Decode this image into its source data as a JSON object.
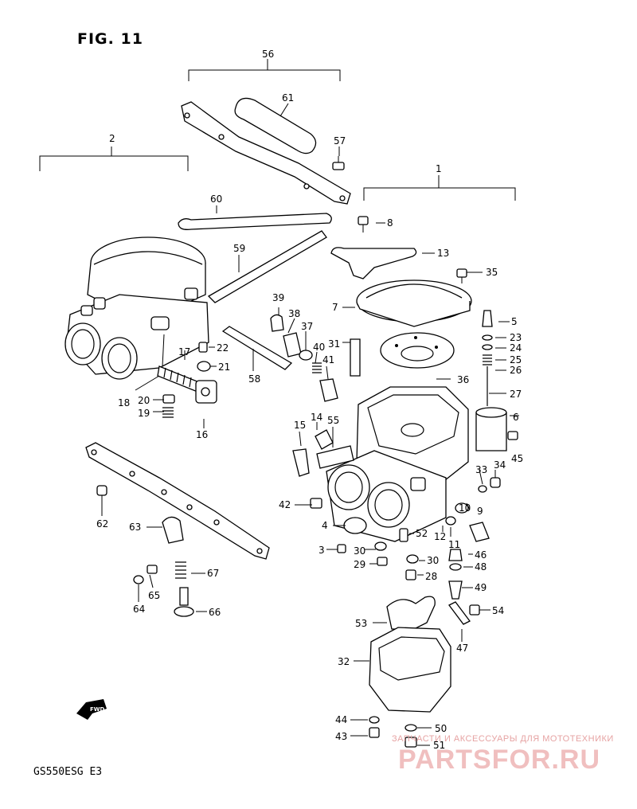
{
  "figure": {
    "title": "FIG. 11",
    "model": "GS550ESG  E3",
    "fwd": "FWD"
  },
  "watermark": {
    "top": "ЗАПЧАСТИ И АКСЕССУАРЫ ДЛЯ МОТОТЕХНИКИ",
    "main": "PARTSFOR.RU",
    "color": "#e58c8c"
  },
  "labels": {
    "l56": "56",
    "l61": "61",
    "l57": "57",
    "l2": "2",
    "l1": "1",
    "l60": "60",
    "l8": "8",
    "l13": "13",
    "l59": "59",
    "l35": "35",
    "l7": "7",
    "l5": "5",
    "l39": "39",
    "l38": "38",
    "l37": "37",
    "l40": "40",
    "l31": "31",
    "l23": "23",
    "l24": "24",
    "l41": "41",
    "l25": "25",
    "l26": "26",
    "l22": "22",
    "l17": "17",
    "l21": "21",
    "l58": "58",
    "l36": "36",
    "l27": "27",
    "l18": "18",
    "l20": "20",
    "l19": "19",
    "l6": "6",
    "l14": "14",
    "l55": "55",
    "l16": "16",
    "l15": "15",
    "l45": "45",
    "l33": "33",
    "l34": "34",
    "l62": "62",
    "l42": "42",
    "l10": "10",
    "l9": "9",
    "l4": "4",
    "l63": "63",
    "l52": "52",
    "l12": "12",
    "l11": "11",
    "l3": "3",
    "l30a": "30",
    "l46": "46",
    "l30b": "30",
    "l29": "29",
    "l48": "48",
    "l67": "67",
    "l28": "28",
    "l65": "65",
    "l49": "49",
    "l64": "64",
    "l54": "54",
    "l66": "66",
    "l53": "53",
    "l47": "47",
    "l32": "32",
    "l50": "50",
    "l44": "44",
    "l43": "43",
    "l51": "51"
  }
}
